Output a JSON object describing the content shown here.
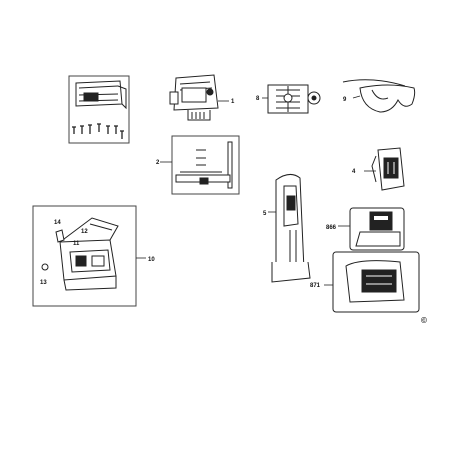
{
  "labels": {
    "p1": "1",
    "p2": "2",
    "p4": "4",
    "p5": "5",
    "p8": "8",
    "p9": "9",
    "p10": "10",
    "p11": "11",
    "p12": "12",
    "p13": "13",
    "p14": "14",
    "p866": "866",
    "p871": "871"
  },
  "copyright": "©"
}
